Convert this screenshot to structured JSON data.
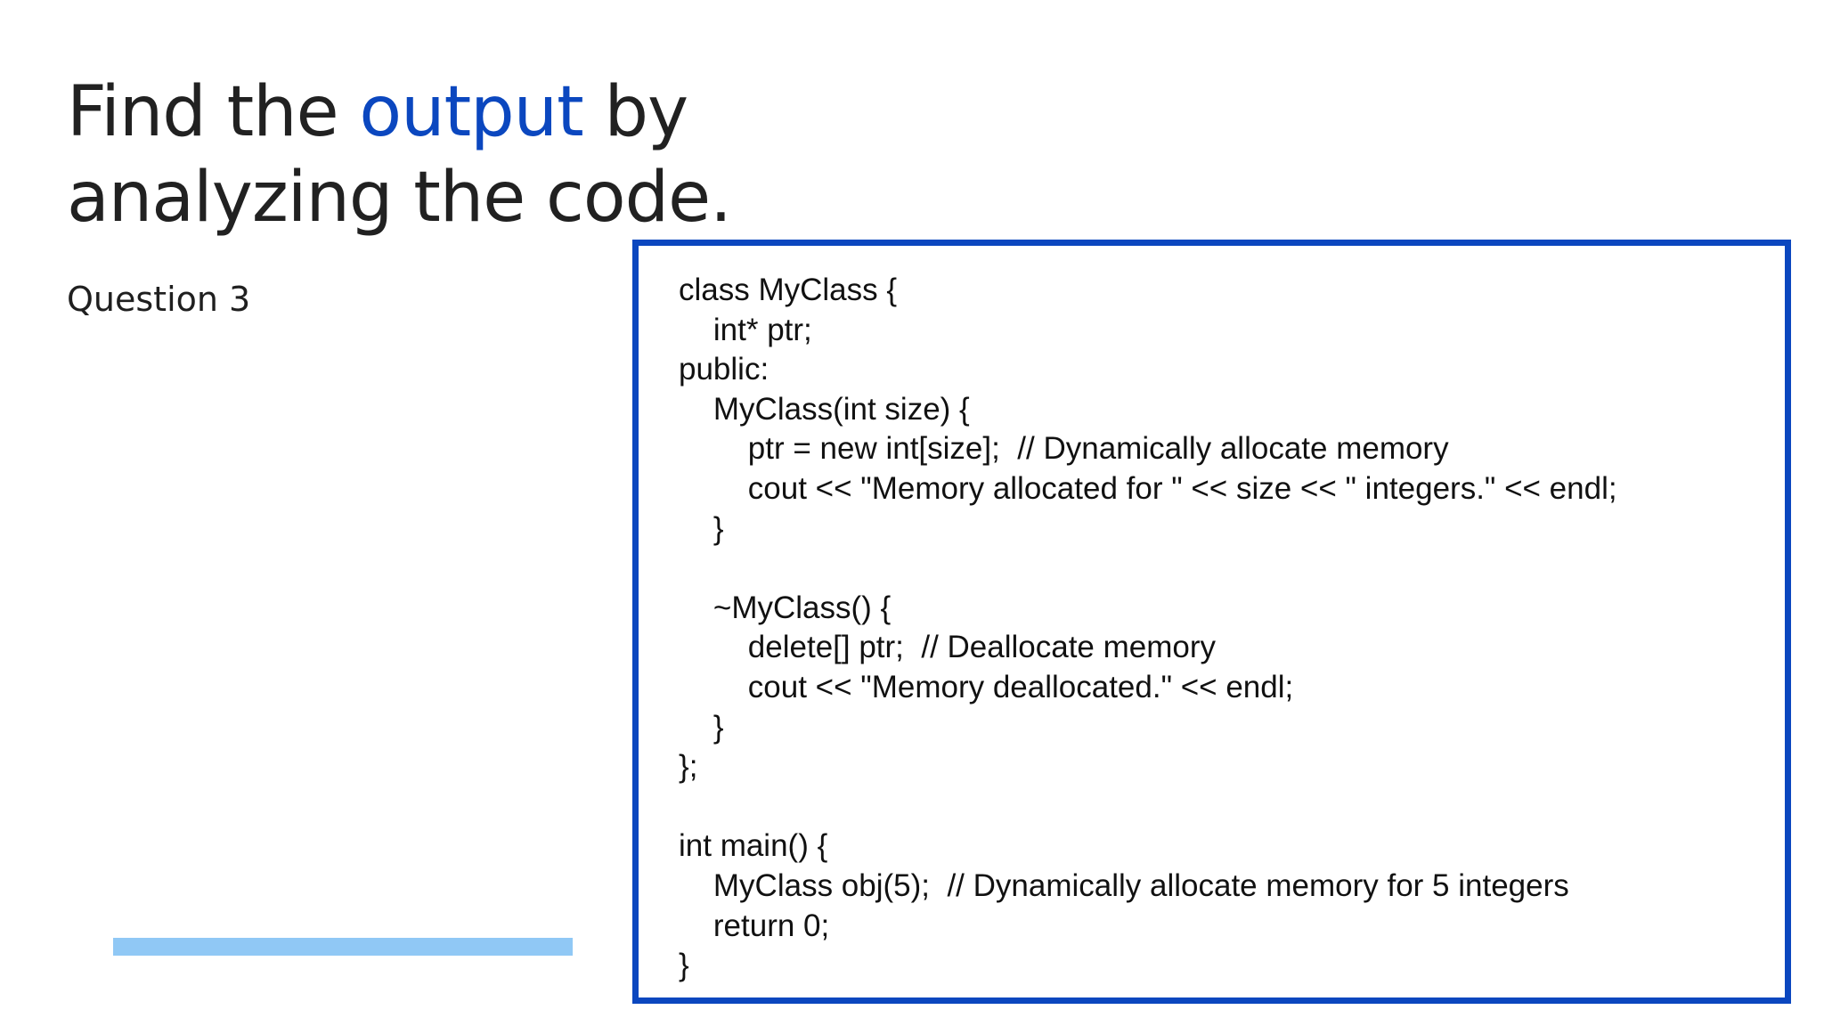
{
  "slide": {
    "title_pre": "Find the ",
    "title_accent": "output",
    "title_post": " by analyzing the code.",
    "subtitle": "Question 3",
    "accent_color": "#0b47bf",
    "bar_color": "#90c8f5"
  },
  "code": {
    "lines": [
      "class MyClass {",
      "    int* ptr;",
      "public:",
      "    MyClass(int size) {",
      "        ptr = new int[size];  // Dynamically allocate memory",
      "        cout << \"Memory allocated for \" << size << \" integers.\" << endl;",
      "    }",
      "",
      "    ~MyClass() {",
      "        delete[] ptr;  // Deallocate memory",
      "        cout << \"Memory deallocated.\" << endl;",
      "    }",
      "};",
      "",
      "int main() {",
      "    MyClass obj(5);  // Dynamically allocate memory for 5 integers",
      "    return 0;",
      "}"
    ]
  }
}
